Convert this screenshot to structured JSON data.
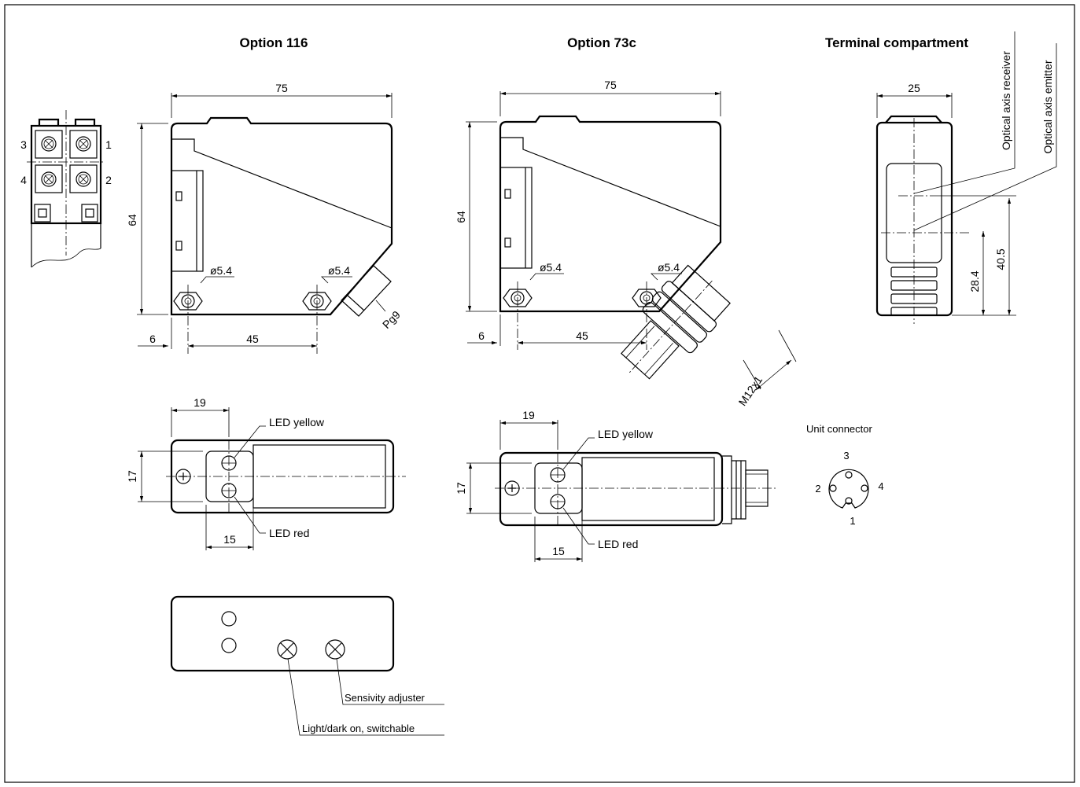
{
  "titles": {
    "option_116": "Option 116",
    "option_73c": "Option 73c",
    "terminal": "Terminal compartment"
  },
  "terminal_numbers": [
    "3",
    "1",
    "4",
    "2"
  ],
  "option_116": {
    "width": "75",
    "height": "64",
    "hole_left": "ø5.4",
    "hole_right": "ø5.4",
    "offset": "6",
    "spacing": "45",
    "gland": "Pg9"
  },
  "option_73c": {
    "width": "75",
    "height": "64",
    "hole_left": "ø5.4",
    "hole_right": "ø5.4",
    "offset": "6",
    "spacing": "45",
    "connector": "M12x1"
  },
  "terminal_view": {
    "width": "25",
    "dim_emitter": "28.4",
    "dim_receiver": "40.5",
    "label_receiver": "Optical axis receiver",
    "label_emitter": "Optical axis emitter"
  },
  "top_116": {
    "dim_19": "19",
    "dim_17": "17",
    "dim_15": "15",
    "led_yellow": "LED yellow",
    "led_red": "LED red"
  },
  "top_73c": {
    "dim_19": "19",
    "dim_17": "17",
    "dim_15": "15",
    "led_yellow": "LED yellow",
    "led_red": "LED red"
  },
  "unit_connector": {
    "label": "Unit connector",
    "pins": [
      "3",
      "2",
      "4",
      "1"
    ]
  },
  "back_panel": {
    "sensitivity": "Sensivity adjuster",
    "light_dark": "Light/dark on, switchable"
  }
}
